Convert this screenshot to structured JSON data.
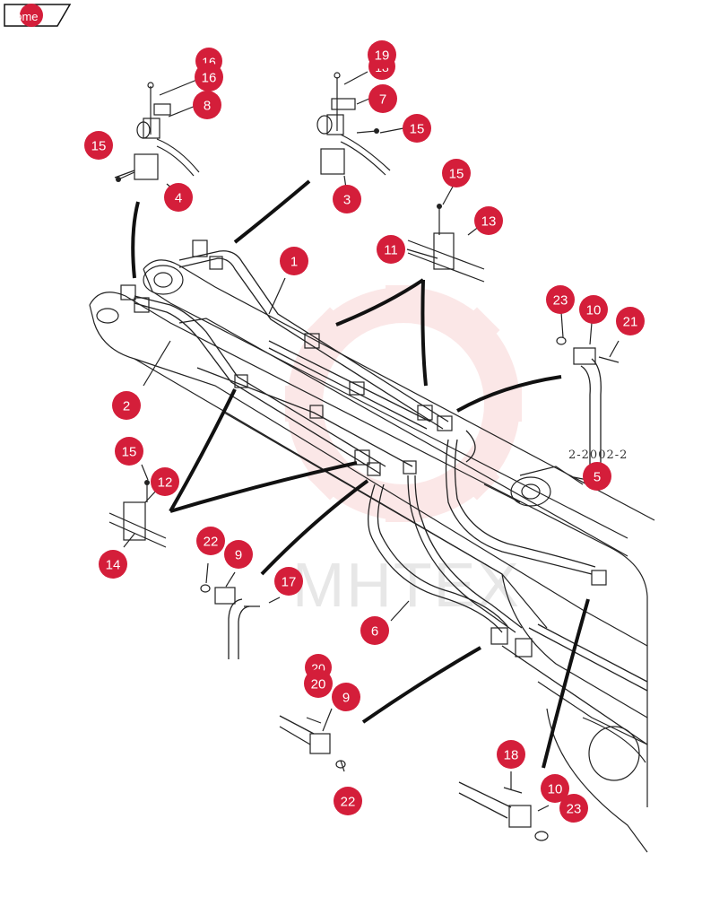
{
  "nav": {
    "home_label": "home"
  },
  "drawing_code": "2-2002-2",
  "watermark": {
    "text": "MHTEX",
    "brand_color": "#f3b8b8"
  },
  "callout_color": "#d41e3a",
  "callouts": [
    {
      "id": "c16",
      "label": "16"
    },
    {
      "id": "c8",
      "label": "8"
    },
    {
      "id": "c15a",
      "label": "15"
    },
    {
      "id": "c4",
      "label": "4"
    },
    {
      "id": "c19",
      "label": "19"
    },
    {
      "id": "c7",
      "label": "7"
    },
    {
      "id": "c15b",
      "label": "15"
    },
    {
      "id": "c3",
      "label": "3"
    },
    {
      "id": "c15c",
      "label": "15"
    },
    {
      "id": "c13",
      "label": "13"
    },
    {
      "id": "c11",
      "label": "11"
    },
    {
      "id": "c1",
      "label": "1"
    },
    {
      "id": "c2",
      "label": "2"
    },
    {
      "id": "c23a",
      "label": "23"
    },
    {
      "id": "c10a",
      "label": "10"
    },
    {
      "id": "c21",
      "label": "21"
    },
    {
      "id": "c5",
      "label": "5"
    },
    {
      "id": "c15d",
      "label": "15"
    },
    {
      "id": "c12",
      "label": "12"
    },
    {
      "id": "c14",
      "label": "14"
    },
    {
      "id": "c22a",
      "label": "22"
    },
    {
      "id": "c9a",
      "label": "9"
    },
    {
      "id": "c17",
      "label": "17"
    },
    {
      "id": "c6",
      "label": "6"
    },
    {
      "id": "c20",
      "label": "20"
    },
    {
      "id": "c9b",
      "label": "9"
    },
    {
      "id": "c22b",
      "label": "22"
    },
    {
      "id": "c18",
      "label": "18"
    },
    {
      "id": "c10b",
      "label": "10"
    },
    {
      "id": "c23b",
      "label": "23"
    }
  ],
  "hidden_callouts": [
    {
      "id": "g18a",
      "label": "18"
    },
    {
      "id": "g16",
      "label": "16"
    },
    {
      "id": "g20",
      "label": "20"
    }
  ]
}
